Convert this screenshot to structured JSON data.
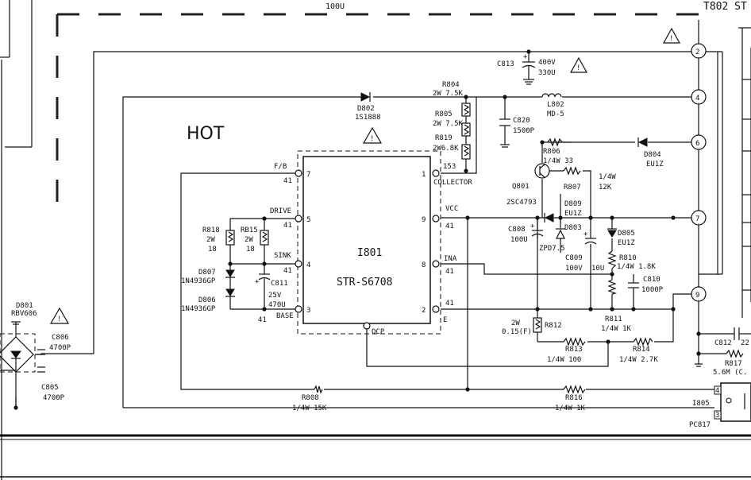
{
  "labels": {
    "top_100u": "100U",
    "t802": "T802 ST",
    "hot": "HOT",
    "ic_ref": "I801",
    "ic_part": "STR-S6708",
    "pin_fb": "F/B",
    "pin_drive": "DRIVE",
    "pin_sink": "SINK",
    "pin_base": "BASE",
    "pin_collector": "COLLECTOR",
    "pin_vcc": "VCC",
    "pin_ina": "INA",
    "pin_e": "E",
    "pin_ocp": "OCP",
    "n7": "7",
    "n41a": "41",
    "n5": "5",
    "n41b": "41",
    "n4": "4",
    "n41c": "41",
    "n3": "3",
    "n41d": "41",
    "n1": "1",
    "n153": "153",
    "n9": "9",
    "n41e": "41",
    "n8": "8",
    "n41f": "41",
    "n2": "2",
    "n41g": "41",
    "d801": "D801",
    "d801v": "RBV606",
    "c806": "C806",
    "c806v": "4700P",
    "c805": "C805",
    "c805v": "4700P",
    "d802": "D802",
    "d802v": "1S1888",
    "r804": "R804",
    "r804v": "2W 7.5K",
    "r805": "R805",
    "r805v": "2W 7.5K",
    "r819": "R819",
    "r819v": "2W6.8K",
    "c813": "C813",
    "c813v1": "400V",
    "c813v2": "330U",
    "c820": "C820",
    "c820v": "1500P",
    "l802": "L802",
    "l802v": "MD-5",
    "r806": "R806",
    "r806v": "1/4W  33",
    "d804": "D804",
    "d804v": "EU1Z",
    "q801": "Q801",
    "q801v": "2SC4793",
    "r807": "R807",
    "r807v1": "1/4W",
    "r807v2": "12K",
    "d809": "D809",
    "d809v": "EU1Z",
    "c808": "C808",
    "c808v": "100U",
    "d803": "D803",
    "zpd": "ZPD7.5",
    "c809": "C809",
    "c809v1": "100V",
    "c809v2": "10U",
    "d805": "D805",
    "d805v": "EU1Z",
    "r810": "R810",
    "r810v": "1/4W  1.8K",
    "c810": "C810",
    "c810v": "1000P",
    "r811": "R811",
    "r811v": "1/4W   1K",
    "r812": "R812",
    "r812v1": "2W",
    "r812v2": "0.15(F)",
    "r813": "R813",
    "r813v": "1/4W   100",
    "r814": "R814",
    "r814v": "1/4W   2.7K",
    "r818": "R818",
    "r818v1": "2W",
    "r818v2": "18",
    "r815": "RB15",
    "r815v1": "2W",
    "r815v2": "18",
    "d807": "D807",
    "d807v": "1N4936GP",
    "d806": "D806",
    "d806v": "1N4936GP",
    "c811": "C811",
    "c811v1": "25V",
    "c811v2": "470U",
    "r808": "R808",
    "r808v": "1/4W   15K",
    "r816": "R816",
    "r816v": "1/4W   1K",
    "c812": "C812",
    "c812v": "22",
    "r817": "R817",
    "r817v": "5.6M (C.",
    "i805": "I805",
    "pc817": "PC817",
    "opto_p4": "4",
    "opto_p3": "3",
    "t2": "2",
    "t4": "4",
    "t6": "6",
    "t7": "7",
    "t9": "9"
  }
}
